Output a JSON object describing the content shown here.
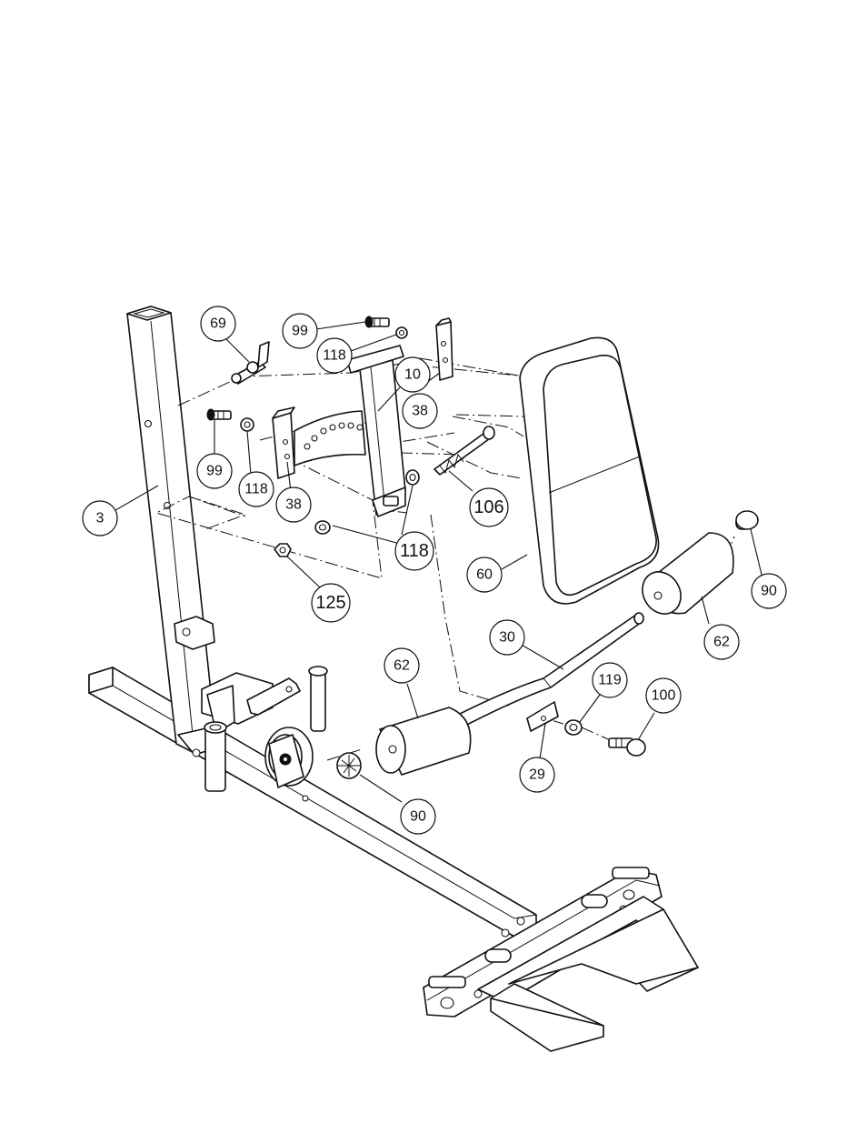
{
  "callouts": [
    {
      "id": "c69",
      "label": "69"
    },
    {
      "id": "c99a",
      "label": "99"
    },
    {
      "id": "c118a",
      "label": "118"
    },
    {
      "id": "c10",
      "label": "10"
    },
    {
      "id": "c38a",
      "label": "38"
    },
    {
      "id": "c99b",
      "label": "99"
    },
    {
      "id": "c118b",
      "label": "118"
    },
    {
      "id": "c38b",
      "label": "38"
    },
    {
      "id": "c3",
      "label": "3"
    },
    {
      "id": "c106",
      "label": "106"
    },
    {
      "id": "c118c",
      "label": "118"
    },
    {
      "id": "c125",
      "label": "125"
    },
    {
      "id": "c60",
      "label": "60"
    },
    {
      "id": "c90a",
      "label": "90"
    },
    {
      "id": "c62a",
      "label": "62"
    },
    {
      "id": "c30",
      "label": "30"
    },
    {
      "id": "c62b",
      "label": "62"
    },
    {
      "id": "c119",
      "label": "119"
    },
    {
      "id": "c100",
      "label": "100"
    },
    {
      "id": "c29",
      "label": "29"
    },
    {
      "id": "c90b",
      "label": "90"
    }
  ]
}
